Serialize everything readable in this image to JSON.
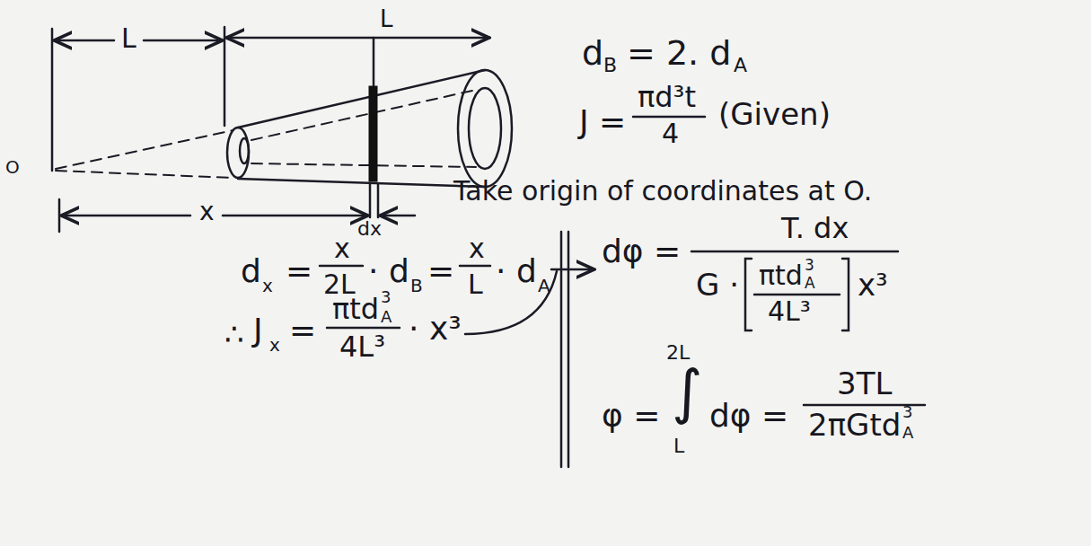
{
  "diagram": {
    "labels": [
      "L",
      "L",
      "O",
      "x",
      "dx",
      "d",
      "B",
      "= 2. d",
      "A",
      "J =",
      "πd³t",
      "4",
      "(Given)",
      "Take origin of coordinates at O.",
      "d",
      "x",
      "=",
      "x",
      "2L",
      "· d",
      "B",
      "=",
      "x",
      "L",
      "· d",
      "A",
      "∴",
      "J",
      "x",
      "=",
      "πtd",
      "3",
      "A",
      "4L³",
      "· x³",
      "dφ =",
      "T. dx",
      "G ·",
      "πtd",
      "3",
      "A",
      "4L³",
      "x³",
      "φ =",
      "2L",
      "∫",
      "L",
      "dφ =",
      "3TL",
      "2πGtd",
      "3",
      "A"
    ]
  }
}
